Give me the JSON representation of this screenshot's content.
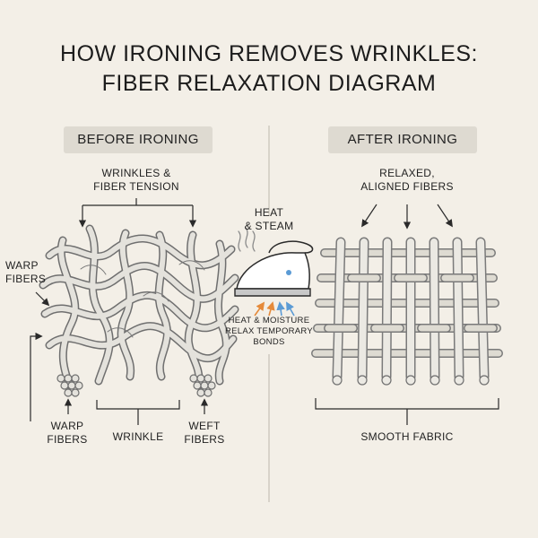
{
  "title": {
    "line1": "HOW IRONING REMOVES WRINKLES:",
    "line2": "FIBER RELAXATION DIAGRAM"
  },
  "before": {
    "header": "BEFORE IRONING",
    "callout_top_line1": "WRINKLES &",
    "callout_top_line2": "FIBER TENSION",
    "warp_fibers_side_line1": "WARP",
    "warp_fibers_side_line2": "FIBERS",
    "warp_fibers_bottom_line1": "WARP",
    "warp_fibers_bottom_line2": "FIBERS",
    "wrinkle_label": "WRINKLE",
    "weft_fibers_line1": "WEFT",
    "weft_fibers_line2": "FIBERS"
  },
  "iron": {
    "label_line1": "HEAT",
    "label_line2": "& STEAM",
    "note_line1": "HEAT & MOISTURE",
    "note_line2": "RELAX TEMPORARY",
    "note_line3": "BONDS",
    "icons": [
      "steam-icon",
      "iron-icon",
      "heat-arrows-icon"
    ],
    "colors": {
      "heat": "#e58a3a",
      "moisture": "#5b9bd5"
    }
  },
  "after": {
    "header": "AFTER IRONING",
    "callout_top_line1": "RELAXED,",
    "callout_top_line2": "ALIGNED FIBERS",
    "bottom_label": "SMOOTH FABRIC"
  }
}
